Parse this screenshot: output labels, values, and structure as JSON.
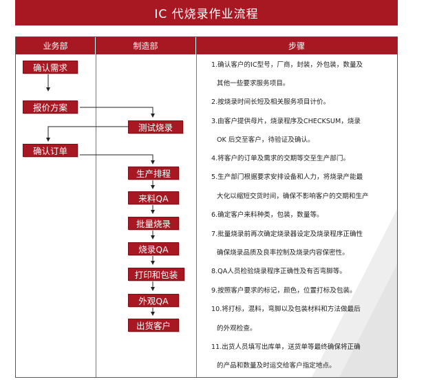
{
  "title": "IC 代烧录作业流程",
  "headers": [
    "业务部",
    "制造部",
    "步骤"
  ],
  "nodes": {
    "confirm_demand": "确认需求",
    "quote_plan": "报价方案",
    "test_burn": "测试烧录",
    "confirm_order": "确认订单",
    "production_schedule": "生产排程",
    "incoming_qa": "来料QA",
    "batch_burn": "批量烧录",
    "burn_qa": "烧录QA",
    "print_pack": "打印和包装",
    "appearance_qa": "外观QA",
    "ship_customer": "出货客户"
  },
  "steps": [
    "1.确认客户的IC型号，厂商，封装，外包装，数量及",
    "其他一些要求服务项目。",
    "2.按烧录时间长短及相关服务项目计价。",
    "3.由客户提供母片，烧录程序及CHECKSUM，烧录",
    "OK 后交至客户，待验证及确认。",
    "4.将客户的订单及需求的交期等交至生产部门。",
    "5.生产部门根据要求安排设备和人力，将烧录产能最",
    "大化以缩短交货时间，确保不影响客户的交期和生产",
    "6.确定客户来料种类，包装，数量等。",
    "7.批量烧录前再次确定烧录器设定及烧录程序正确性",
    "确保烧录品质及良率控制及烧录内容保密性。",
    "8.QA人员检验烧录程序正确性及有否弯脚等。",
    "9.按照客户要求的标记，颜色，位置打标及包装。",
    "10.将打标，混料，弯脚以及包装材料和方法做最后",
    "的外观检查。",
    "11.出货人员填写出库单，送货单等最终确保将正确",
    "的产品和数量及时运交给客户指定地点。"
  ],
  "colors": {
    "accent": "#a81823",
    "line": "#555555"
  }
}
